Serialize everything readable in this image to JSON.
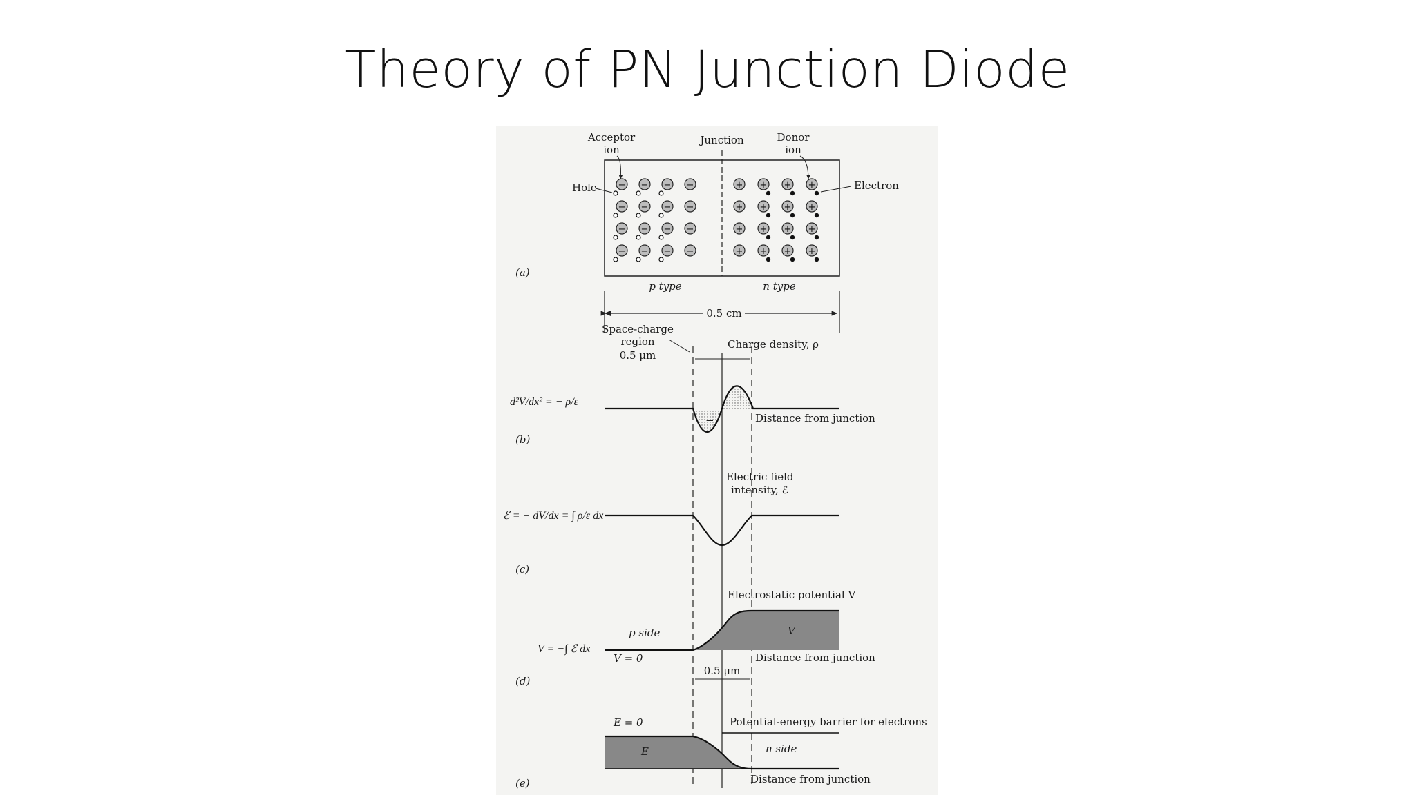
{
  "slide": {
    "title": "Theory of PN Junction Diode"
  },
  "panel_a": {
    "tag": "(a)",
    "acceptor_ion": [
      "Acceptor",
      "ion"
    ],
    "junction": "Junction",
    "donor_ion": [
      "Donor",
      "ion"
    ],
    "hole": "Hole",
    "electron": "Electron",
    "p_type": "p type",
    "n_type": "n type",
    "width": "0.5 cm"
  },
  "panel_b": {
    "tag": "(b)",
    "space_charge": [
      "Space-charge",
      "region",
      "0.5 μm"
    ],
    "charge_density": "Charge density, ρ",
    "equation": "d²V/dx² = − ρ/ε",
    "distance": "Distance from junction"
  },
  "panel_c": {
    "tag": "(c)",
    "field": [
      "Electric field",
      "intensity, ℰ"
    ],
    "equation": "ℰ = − dV/dx = ∫ ρ/ε dx"
  },
  "panel_d": {
    "tag": "(d)",
    "potential": "Electrostatic potential V",
    "p_side": "p side",
    "v_zero": "V = 0",
    "equation": "V = −∫ ℰ dx",
    "v_mark": "V",
    "distance": "Distance from junction",
    "width": "0.5 μm"
  },
  "panel_e": {
    "tag": "(e)",
    "e_zero": "E = 0",
    "barrier": "Potential-energy barrier for electrons",
    "n_side": "n side",
    "e_mark": "E",
    "distance": "Distance from junction"
  }
}
